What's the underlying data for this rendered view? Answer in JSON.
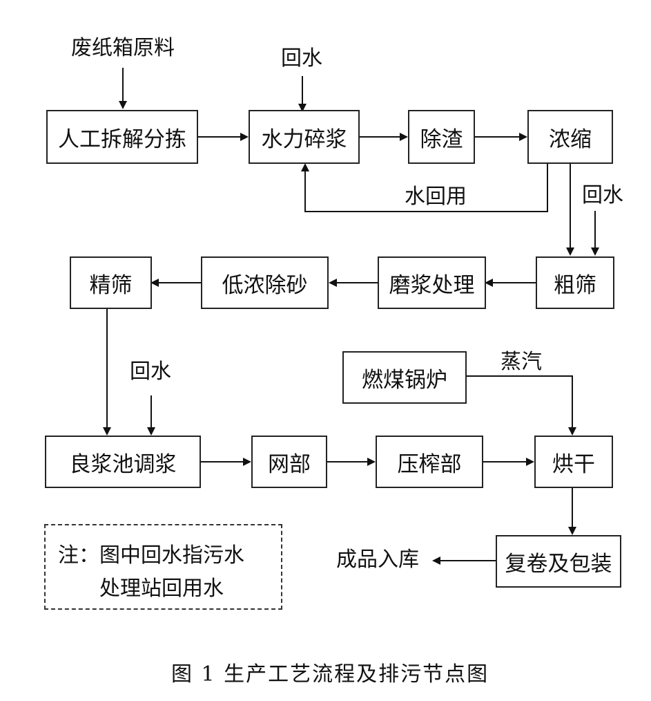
{
  "top_input": "废纸箱原料",
  "boxes": {
    "manual_sort": "人工拆解分拣",
    "pulping": "水力碎浆",
    "deslagging": "除渣",
    "thickening": "浓缩",
    "coarse_screen": "粗筛",
    "refining": "磨浆处理",
    "low_consistency_desand": "低浓除砂",
    "fine_screen": "精筛",
    "stock_chest": "良浆池调浆",
    "wire_section": "网部",
    "press_section": "压榨部",
    "drying": "烘干",
    "boiler": "燃煤锅炉",
    "rewind_pack": "复卷及包装"
  },
  "labels": {
    "return_water_1": "回水",
    "water_reuse": "水回用",
    "return_water_2": "回水",
    "return_water_3": "回水",
    "steam": "蒸汽",
    "warehouse": "成品入库"
  },
  "note": {
    "line1": "注：图中回水指污水",
    "line2": "处理站回用水"
  },
  "caption": "图 1   生产工艺流程及排污节点图"
}
